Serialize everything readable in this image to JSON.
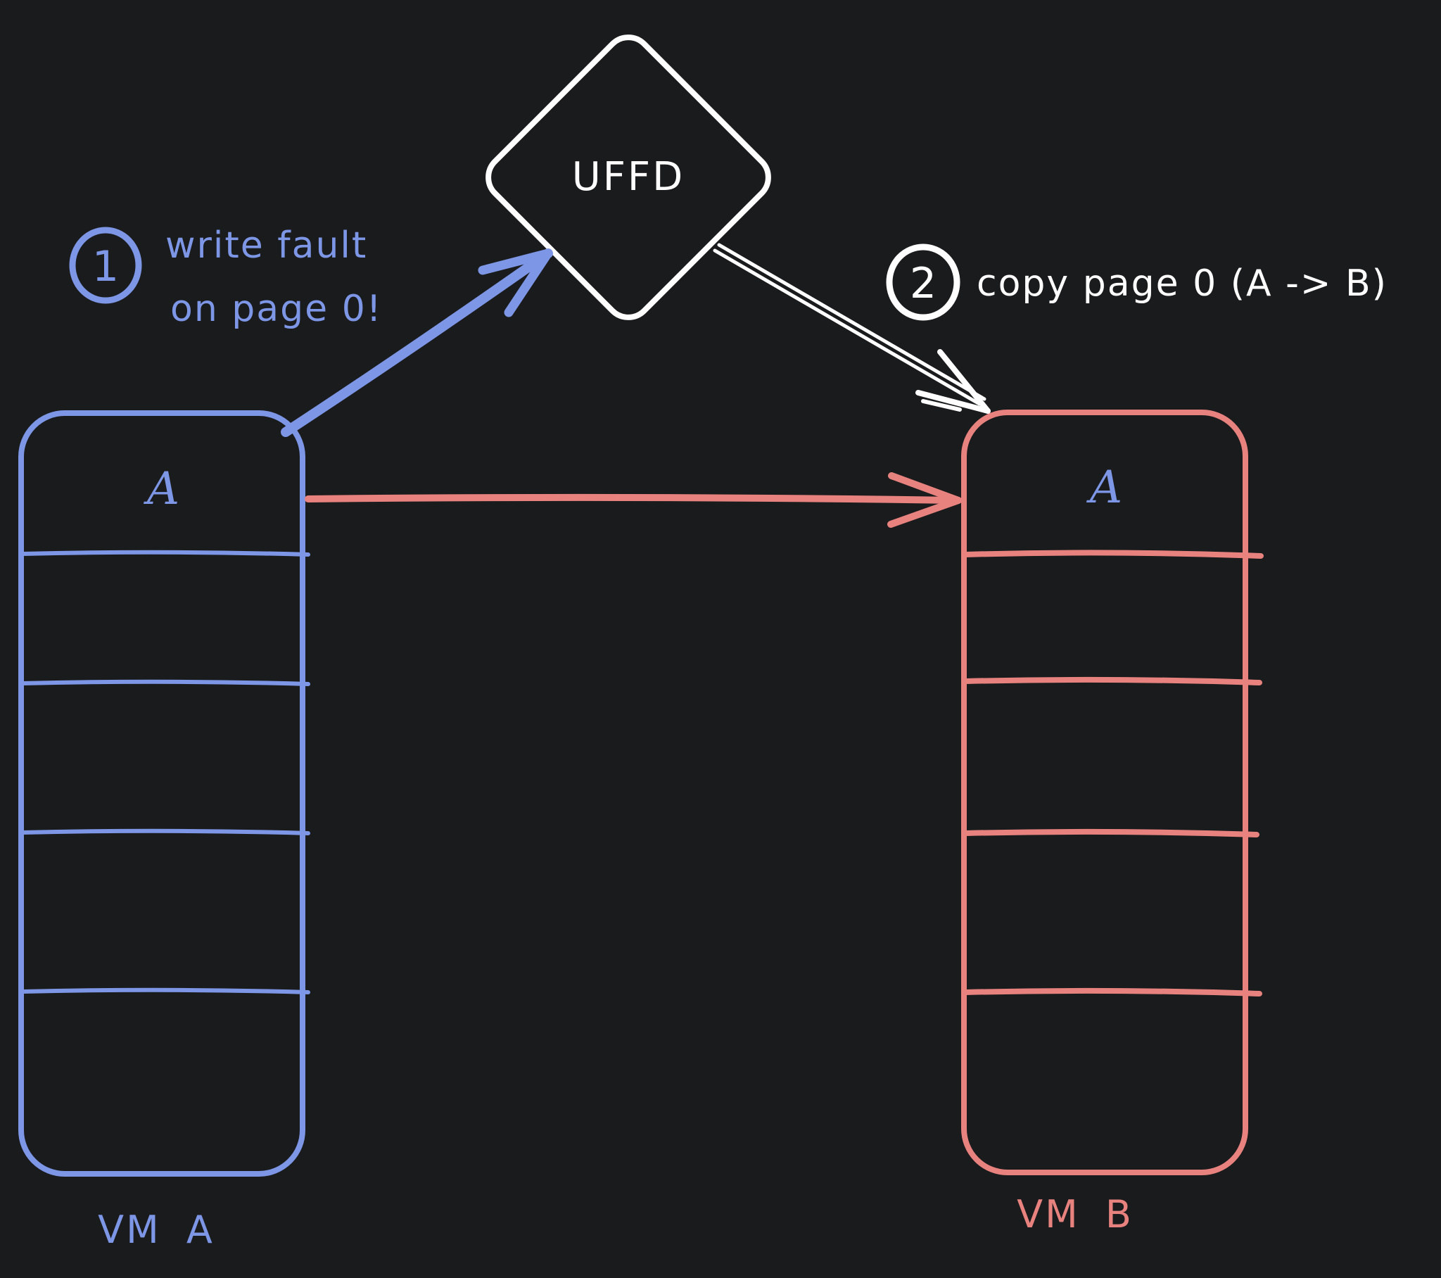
{
  "canvas": {
    "background": "#1a1b1d"
  },
  "palette": {
    "blue": "#7d96e6",
    "salmon": "#e8827f",
    "white": "#ffffff"
  },
  "uffd": {
    "label": "UFFD"
  },
  "vm_a": {
    "cell_label": "A",
    "title": "VM A",
    "row_count": 5
  },
  "vm_b": {
    "cell_label": "A",
    "title": "VM B",
    "row_count": 5
  },
  "steps": {
    "one": {
      "number": "1",
      "line1": "write fault",
      "line2": "on page 0!"
    },
    "two": {
      "number": "2",
      "label": "copy page 0 (A -> B)"
    }
  }
}
